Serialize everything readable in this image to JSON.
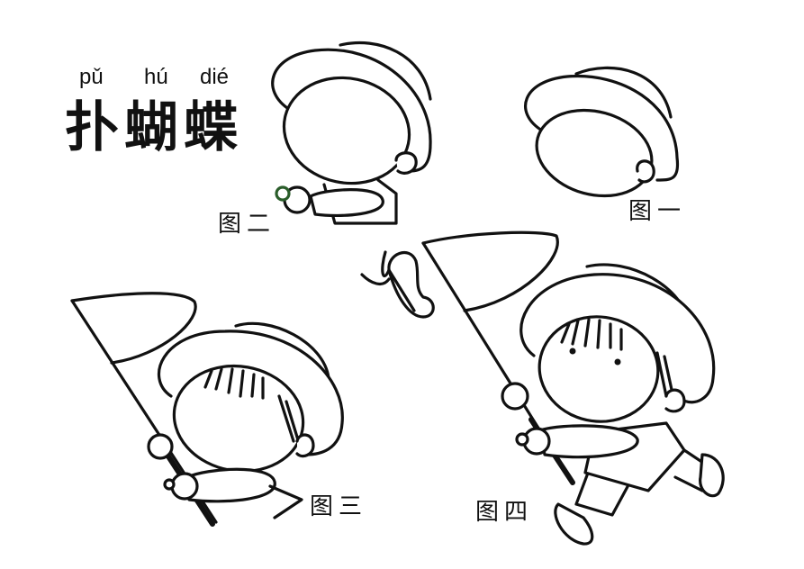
{
  "title": {
    "pinyin": [
      "pǔ",
      "hú",
      "dié"
    ],
    "characters": "扑蝴蝶"
  },
  "steps": [
    {
      "label": "图一",
      "description": "hat brim, crown and head oval with ear"
    },
    {
      "label": "图二",
      "description": "adds arm reaching forward with fist and shirt sleeve"
    },
    {
      "label": "图三",
      "description": "adds hair strands and butterfly net held in hand"
    },
    {
      "label": "图四",
      "description": "complete figure with eyes, running legs, shoes and butterfly"
    }
  ],
  "colors": {
    "background": "#ffffff",
    "line": "#111111"
  }
}
